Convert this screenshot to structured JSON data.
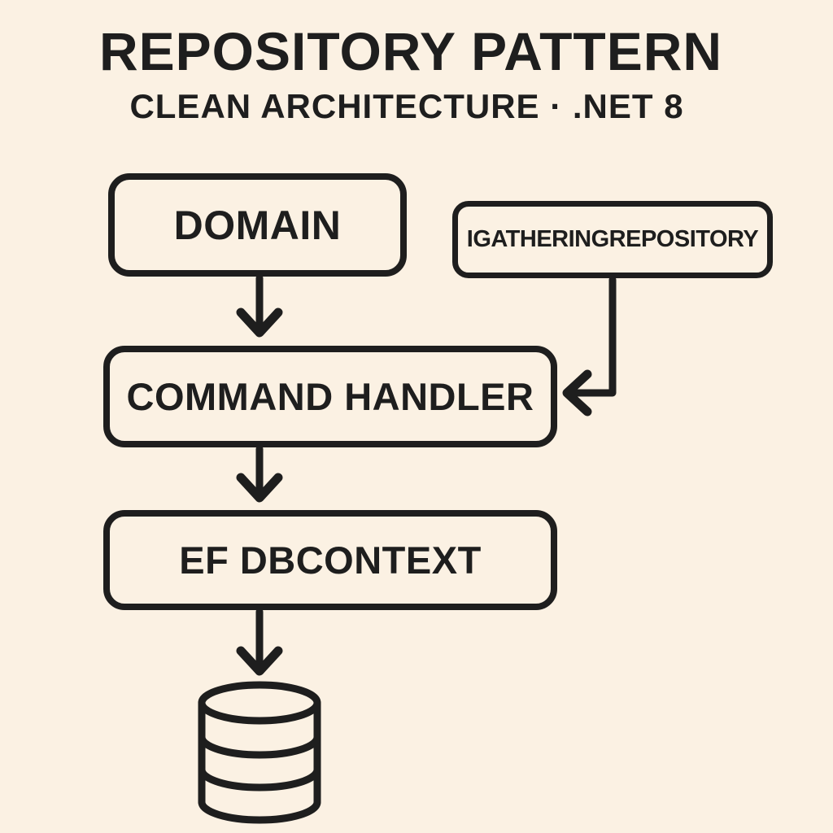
{
  "page": {
    "background_color": "#fbf1e3",
    "ink_color": "#1e1e1e"
  },
  "header": {
    "title": "REPOSITORY PATTERN",
    "subtitle": "CLEAN ARCHITECTURE · .NET 8"
  },
  "diagram": {
    "nodes": [
      {
        "id": "domain",
        "label": "DOMAIN"
      },
      {
        "id": "igatheringrepository",
        "label": "IGATHERINGREPOSITORY"
      },
      {
        "id": "command-handler",
        "label": "COMMAND HANDLER"
      },
      {
        "id": "ef-dbcontext",
        "label": "EF DBCONTEXT"
      },
      {
        "id": "database",
        "icon": "database-cylinder-icon"
      }
    ],
    "edges": [
      {
        "from": "domain",
        "to": "command-handler",
        "style": "chevron-arrow-down"
      },
      {
        "from": "igatheringrepository",
        "to": "command-handler",
        "style": "elbow-chevron-arrow-left"
      },
      {
        "from": "command-handler",
        "to": "ef-dbcontext",
        "style": "chevron-arrow-down"
      },
      {
        "from": "ef-dbcontext",
        "to": "database",
        "style": "chevron-arrow-down"
      }
    ]
  }
}
